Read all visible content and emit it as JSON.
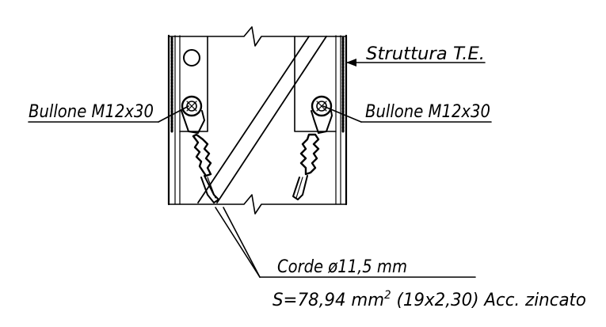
{
  "labels": {
    "struttura": "Struttura T.E.",
    "bullone_left": "Bullone M12x30",
    "bullone_right": "Bullone M12x30",
    "corde": "Corde ø11,5 mm",
    "section_prefix": "S=78,94 mm",
    "section_sup": "2",
    "section_suffix": " (19x2,30) Acc. zincato"
  }
}
